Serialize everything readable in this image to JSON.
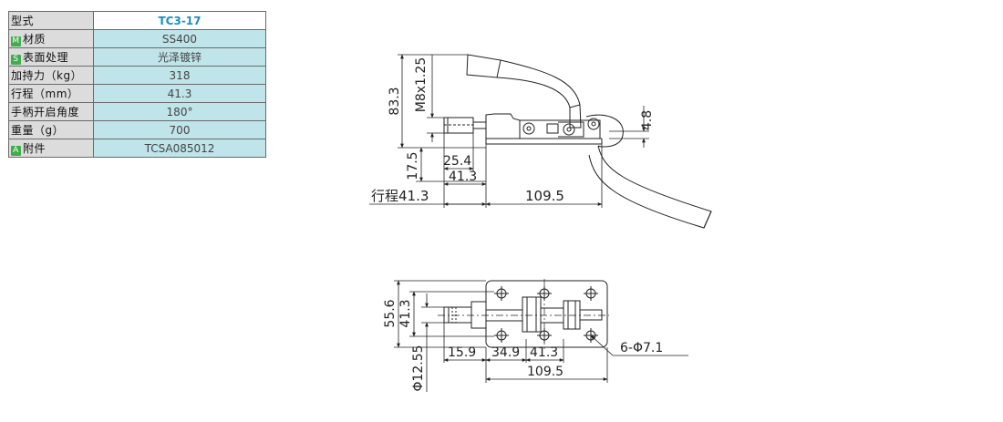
{
  "spec_table": {
    "rows": [
      {
        "label": "型式",
        "value": "TC3-17",
        "badge": ""
      },
      {
        "label": "材质",
        "value": "SS400",
        "badge": "M"
      },
      {
        "label": "表面处理",
        "value": "光泽镀锌",
        "badge": "S"
      },
      {
        "label": "加持力（kg）",
        "value": "318",
        "badge": ""
      },
      {
        "label": "行程（mm）",
        "value": "41.3",
        "badge": ""
      },
      {
        "label": "手柄开启角度",
        "value": "180°",
        "badge": ""
      },
      {
        "label": "重量（g）",
        "value": "700",
        "badge": ""
      },
      {
        "label": "附件",
        "value": "TCSA085012",
        "badge": "A"
      }
    ]
  },
  "colors": {
    "table_label_bg": "#dcdcdc",
    "table_value_bg": "#bfe4ea",
    "model_text": "#1a8ec2",
    "badge": "#3fae4a",
    "line": "#222222"
  },
  "side_view": {
    "dim_83_3": "83.3",
    "dim_m8": "M8x1.25",
    "dim_4_8": "4.8",
    "dim_17_5": "17.5",
    "dim_25_4": "25.4",
    "dim_41_3": "41.3",
    "dim_stroke": "行程41.3",
    "dim_109_5": "109.5"
  },
  "top_view": {
    "dim_55_6": "55.6",
    "dim_41_3": "41.3",
    "dim_15_9": "15.9",
    "dim_34_9": "34.9",
    "dim_41_3_b": "41.3",
    "dim_109_5": "109.5",
    "dim_holes": "6-Φ7.1",
    "dim_phi": "Φ12.55"
  }
}
